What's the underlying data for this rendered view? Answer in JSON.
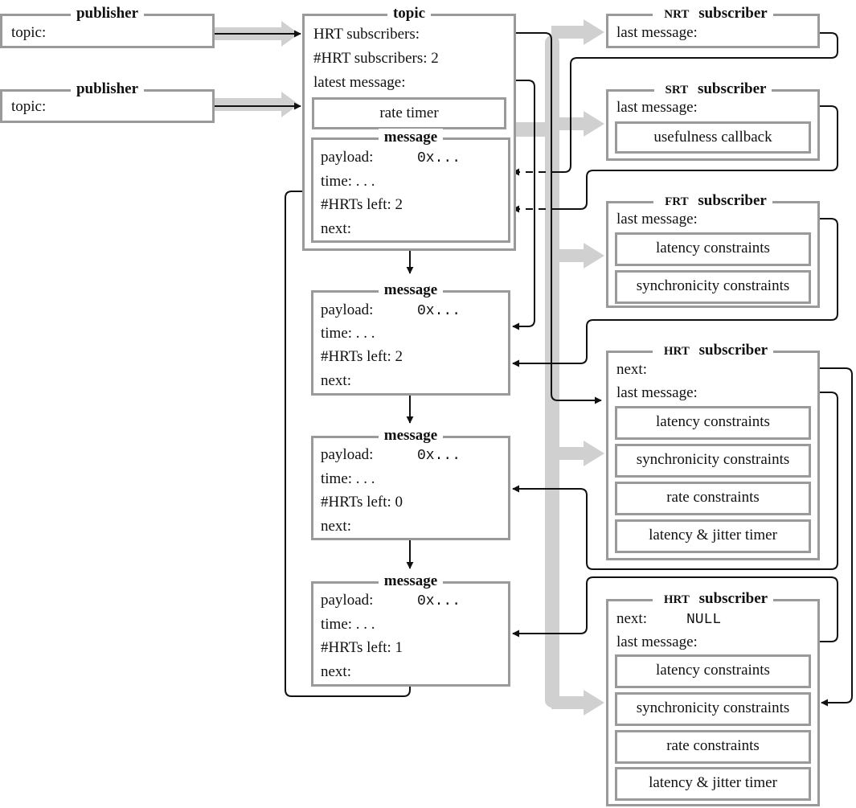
{
  "publisher1": {
    "title": "publisher",
    "field": "topic:"
  },
  "publisher2": {
    "title": "publisher",
    "field": "topic:"
  },
  "topic": {
    "title": "topic",
    "hrt_subscribers": "HRT subscribers:",
    "hrt_count": "#HRT subscribers: 2",
    "latest_message": "latest message:",
    "rate_timer": "rate timer"
  },
  "messages": [
    {
      "title": "message",
      "payload": "payload:",
      "payload_val": "0x...",
      "time": "time: . . .",
      "hrts_left": "#HRTs left: 2",
      "next": "next:"
    },
    {
      "title": "message",
      "payload": "payload:",
      "payload_val": "0x...",
      "time": "time: . . .",
      "hrts_left": "#HRTs left: 2",
      "next": "next:"
    },
    {
      "title": "message",
      "payload": "payload:",
      "payload_val": "0x...",
      "time": "time: . . .",
      "hrts_left": "#HRTs left: 0",
      "next": "next:"
    },
    {
      "title": "message",
      "payload": "payload:",
      "payload_val": "0x...",
      "time": "time: . . .",
      "hrts_left": "#HRTs left: 1",
      "next": "next:"
    }
  ],
  "nrt": {
    "prefix": "NRT",
    "title": "subscriber",
    "last_message": "last message:"
  },
  "srt": {
    "prefix": "SRT",
    "title": "subscriber",
    "last_message": "last message:",
    "callback": "usefulness callback"
  },
  "frt": {
    "prefix": "FRT",
    "title": "subscriber",
    "last_message": "last message:",
    "latency": "latency constraints",
    "sync": "synchronicity constraints"
  },
  "hrt1": {
    "prefix": "HRT",
    "title": "subscriber",
    "next": "next:",
    "last_message": "last message:",
    "latency": "latency constraints",
    "sync": "synchronicity constraints",
    "rate": "rate constraints",
    "jitter": "latency & jitter timer"
  },
  "hrt2": {
    "prefix": "HRT",
    "title": "subscriber",
    "next": "next:",
    "next_val": "NULL",
    "last_message": "last message:",
    "latency": "latency constraints",
    "sync": "synchronicity constraints",
    "rate": "rate constraints",
    "jitter": "latency & jitter timer"
  },
  "colors": {
    "box_border": "#9a9a9a",
    "flow_arrow": "#d0d0d0",
    "pointer": "#111111"
  }
}
